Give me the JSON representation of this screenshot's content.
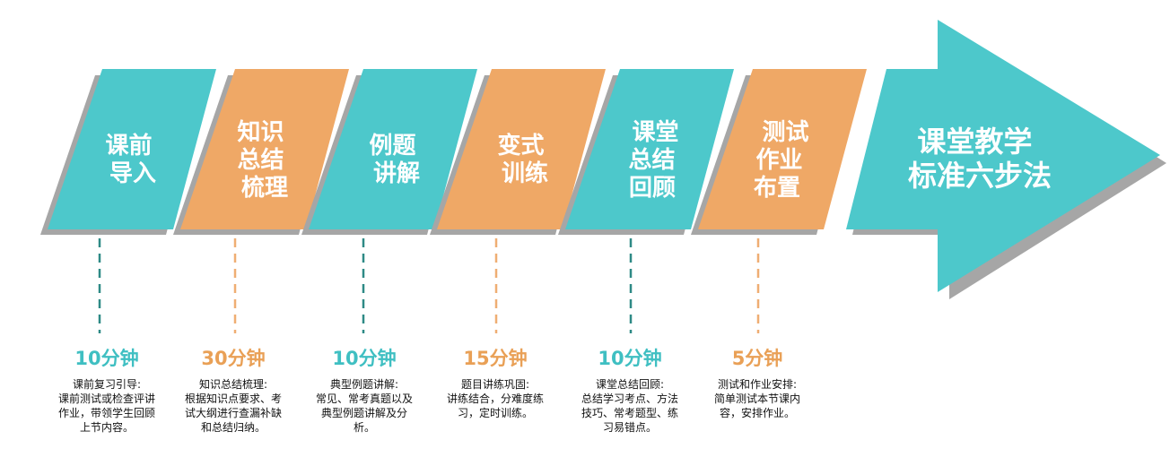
{
  "colors": {
    "teal": "#4DC8CB",
    "orange": "#EFA866",
    "shadow": "#A6A6A6",
    "teal_text": "#3FBFC2",
    "orange_text": "#E9A056",
    "teal_dash": "#2E8A86",
    "orange_dash": "#EFAE73"
  },
  "arrow": {
    "title_lines": [
      "课堂教学",
      "标准六步法"
    ]
  },
  "steps": [
    {
      "color": "teal",
      "title_lines": [
        "课前",
        "导入"
      ],
      "duration": "10分钟",
      "desc_lines": [
        "课前复习引导:",
        "课前测试或检查评讲",
        "作业，带领学生回顾",
        "上节内容。"
      ]
    },
    {
      "color": "orange",
      "title_lines": [
        "知识",
        "总结",
        "梳理"
      ],
      "duration": "30分钟",
      "desc_lines": [
        "知识总结梳理:",
        "根据知识点要求、考",
        "试大纲进行查漏补缺",
        "和总结归纳。"
      ]
    },
    {
      "color": "teal",
      "title_lines": [
        "例题",
        "讲解"
      ],
      "duration": "10分钟",
      "desc_lines": [
        "典型例题讲解:",
        "常见、常考真题以及",
        "典型例题讲解及分",
        "析。"
      ]
    },
    {
      "color": "orange",
      "title_lines": [
        "变式",
        "训练"
      ],
      "duration": "15分钟",
      "desc_lines": [
        "题目讲练巩固:",
        "讲练结合，分难度练",
        "习，定时训练。"
      ]
    },
    {
      "color": "teal",
      "title_lines": [
        "课堂",
        "总结",
        "回顾"
      ],
      "duration": "10分钟",
      "desc_lines": [
        "课堂总结回顾:",
        "总结学习考点、方法",
        "技巧、常考题型、练",
        "习易错点。"
      ]
    },
    {
      "color": "orange",
      "title_lines": [
        "测试",
        "作业",
        "布置"
      ],
      "duration": "5分钟",
      "desc_lines": [
        "测试和作业安排:",
        "简单测试本节课内",
        "容，安排作业。"
      ]
    }
  ]
}
